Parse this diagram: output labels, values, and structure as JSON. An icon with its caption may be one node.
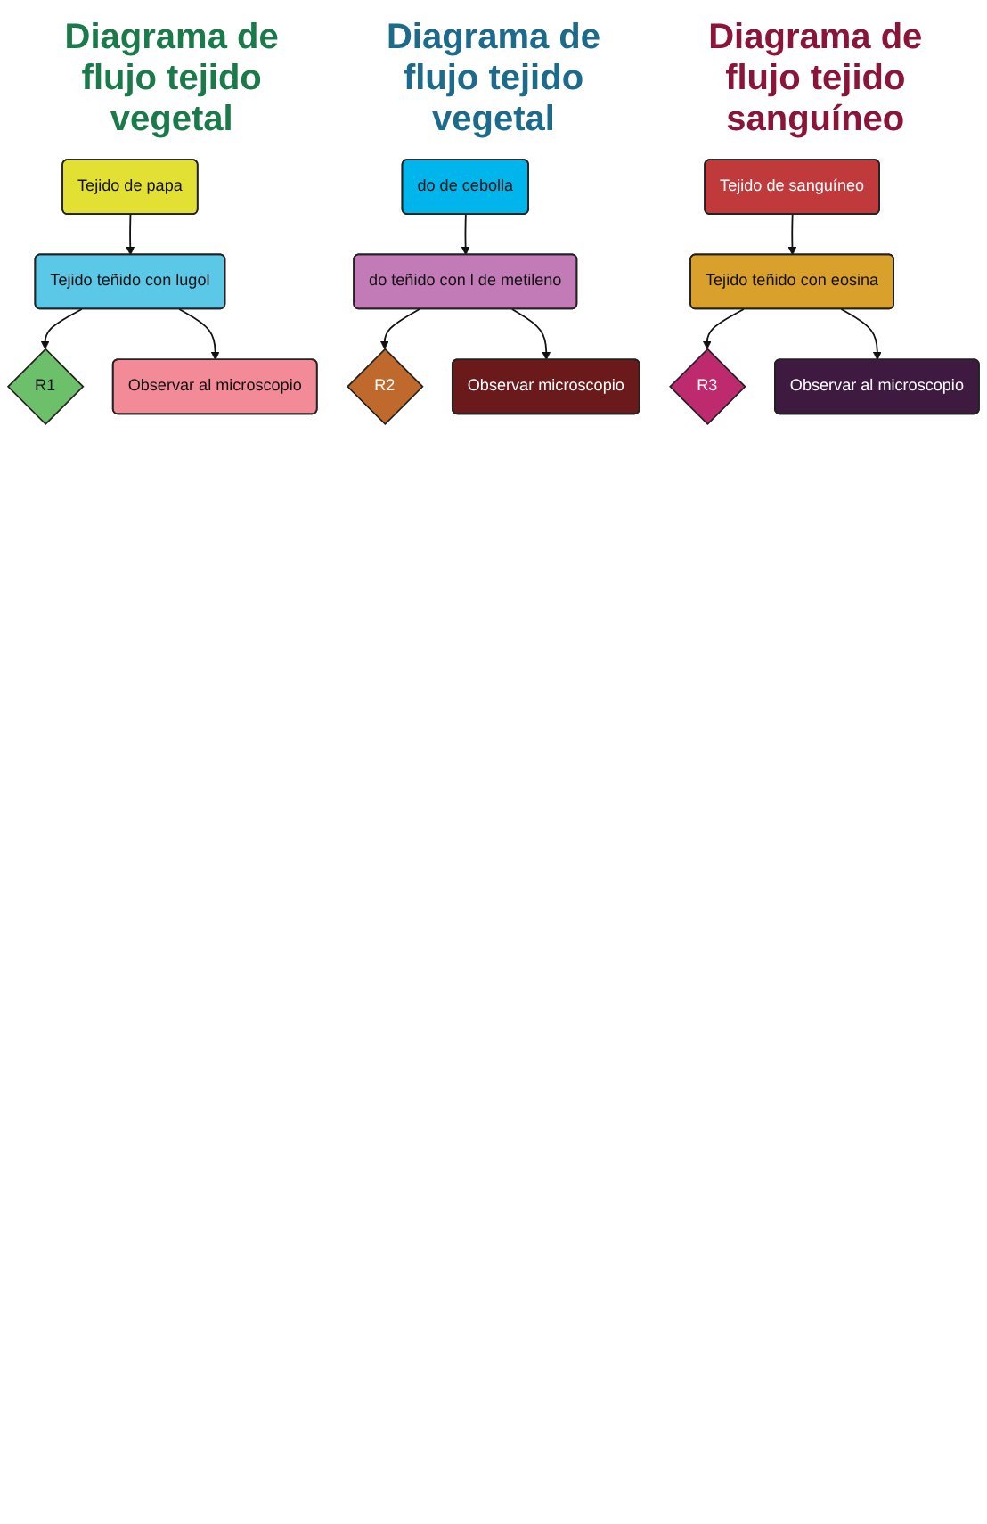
{
  "diagram": {
    "nodes": [
      {
        "text": [
          "Tejido de papa"
        ]
      },
      {
        "text": [
          "Tejido teñido con lugol"
        ]
      },
      {
        "text": [
          "R1"
        ]
      },
      {
        "text": [
          "Observar al microscopio"
        ]
      },
      {
        "text": [
          "do de cebolla"
        ]
      },
      {
        "text": [
          "do teñido con l de metileno"
        ]
      },
      {
        "text": [
          "R2"
        ]
      },
      {
        "text": [
          "Observar microscopio"
        ]
      },
      {
        "text": [
          "Tejido de sanguíneo"
        ]
      },
      {
        "text": [
          "Tejido teñido con eosina"
        ]
      },
      {
        "text": [
          "R3"
        ]
      },
      {
        "text": [
          "Observar al microscopio"
        ]
      }
    ],
    "edges": [
      {
        "from": 0,
        "to": 1,
        "arrow": "to"
      },
      {
        "from": 1,
        "to": 2,
        "arrow": "to"
      },
      {
        "from": 1,
        "to": 3,
        "arrow": "to"
      },
      {
        "from": 4,
        "to": 5,
        "arrow": "to"
      },
      {
        "from": 5,
        "to": 6,
        "arrow": "to"
      },
      {
        "from": 5,
        "to": 7,
        "arrow": "to"
      },
      {
        "from": 8,
        "to": 9,
        "arrow": "to"
      },
      {
        "from": 9,
        "to": 10,
        "arrow": "to"
      },
      {
        "from": 9,
        "to": 11,
        "arrow": "to"
      }
    ],
    "labels": [
      "Diagrama de flujo tejido vegetal",
      "Diagrama de flujo tejido vegetal",
      "Diagrama de flujo tejido sanguíneo"
    ]
  }
}
